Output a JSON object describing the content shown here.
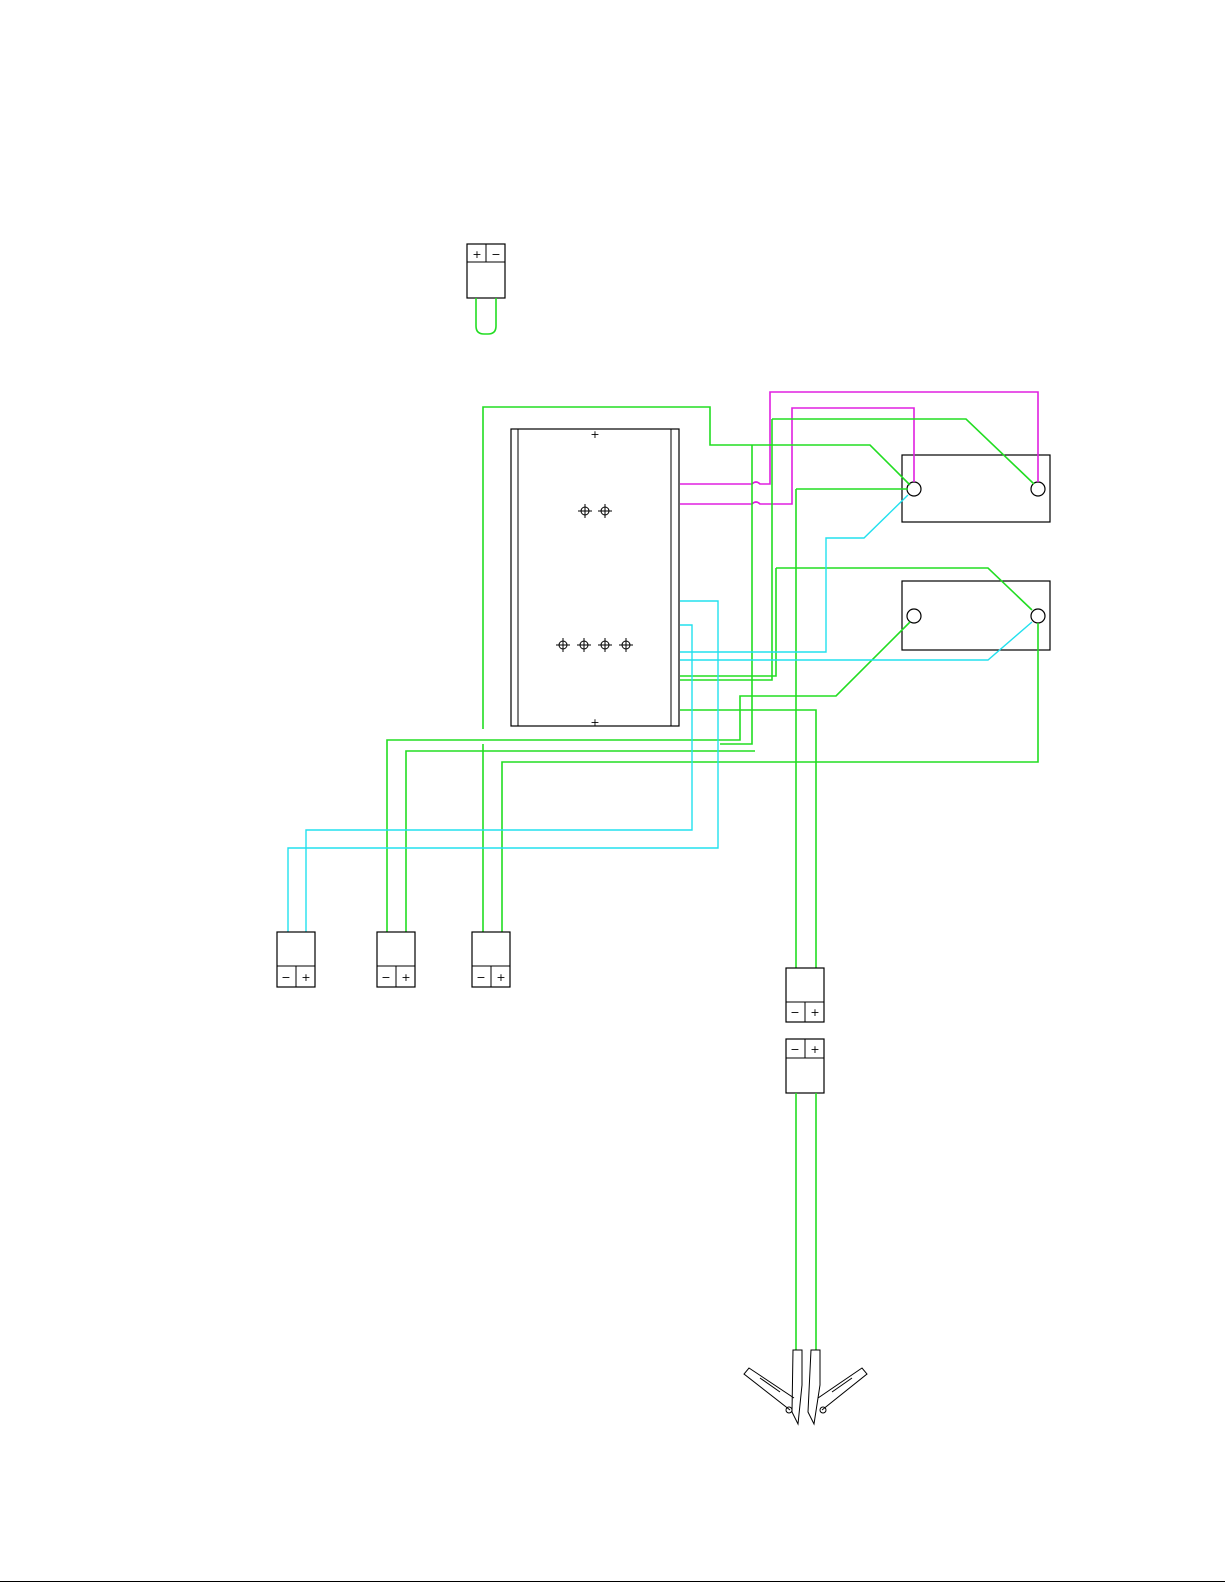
{
  "colors": {
    "wire_green": "#22dd22",
    "wire_cyan": "#22e0ee",
    "wire_magenta": "#e020e0",
    "outline": "#000000",
    "background": "#ffffff"
  },
  "terminal_labels": {
    "plus": "+",
    "minus": "−"
  },
  "connectors": [
    {
      "id": "jumper-plug",
      "terminals": [
        "+",
        "−"
      ]
    },
    {
      "id": "output-plug-1",
      "terminals": [
        "−",
        "+"
      ]
    },
    {
      "id": "output-plug-2",
      "terminals": [
        "−",
        "+"
      ]
    },
    {
      "id": "output-plug-3",
      "terminals": [
        "−",
        "+"
      ]
    },
    {
      "id": "inline-plug-male",
      "terminals": [
        "−",
        "+"
      ]
    },
    {
      "id": "inline-plug-female",
      "terminals": [
        "−",
        "+"
      ]
    }
  ],
  "panel": {
    "top_mark": "+",
    "bottom_mark": "+"
  },
  "batteries": [
    {
      "id": "battery-1"
    },
    {
      "id": "battery-2"
    }
  ],
  "clamps": [
    {
      "id": "clamp-negative"
    },
    {
      "id": "clamp-positive"
    }
  ]
}
